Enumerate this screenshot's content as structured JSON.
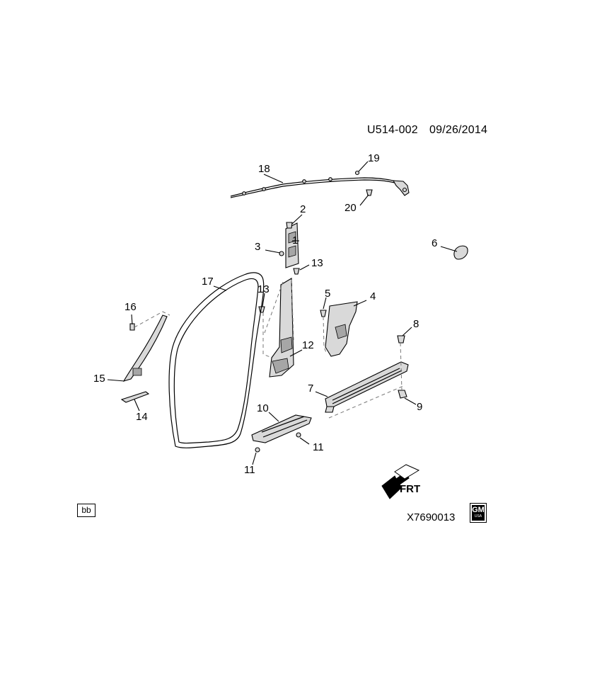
{
  "header": {
    "code": "U514-002",
    "date": "09/26/2014"
  },
  "footer": {
    "bb_label": "bb",
    "illustration_id": "X7690013",
    "logo_text": "GM",
    "logo_subtext": "USA",
    "front_label": "FRT"
  },
  "callouts": [
    "1",
    "2",
    "3",
    "4",
    "5",
    "6",
    "7",
    "8",
    "9",
    "10",
    "11",
    "11",
    "12",
    "13",
    "13",
    "14",
    "15",
    "16",
    "17",
    "18",
    "19",
    "20"
  ],
  "colors": {
    "line": "#000000",
    "part_fill": "#d9d9d9",
    "part_shade": "#a6a6a6",
    "background": "#ffffff"
  }
}
